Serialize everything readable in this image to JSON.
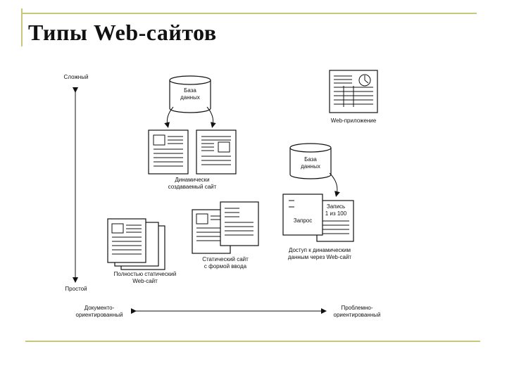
{
  "slide": {
    "title": "Типы Web-сайтов"
  },
  "diagram": {
    "y_axis": {
      "top_label": "Сложный",
      "bottom_label": "Простой"
    },
    "x_axis": {
      "left_label": "Документо-\nориентированный",
      "right_label": "Проблемно-\nориентированный"
    },
    "db_top_label": "База\nданных",
    "db_right_label": "База\nданных",
    "web_app_label": "Web-приложение",
    "dynamic_site_label": "Динамически\nсоздаваемый сайт",
    "static_site_label": "Полностью статический\nWeb-сайт",
    "form_site_label": "Статический сайт\nс формой ввода",
    "dynamic_access_label": "Доступ к динамическим\nданным через Web-сайт",
    "query_label": "Запрос",
    "record_label": "Запись\n1 из 100"
  }
}
